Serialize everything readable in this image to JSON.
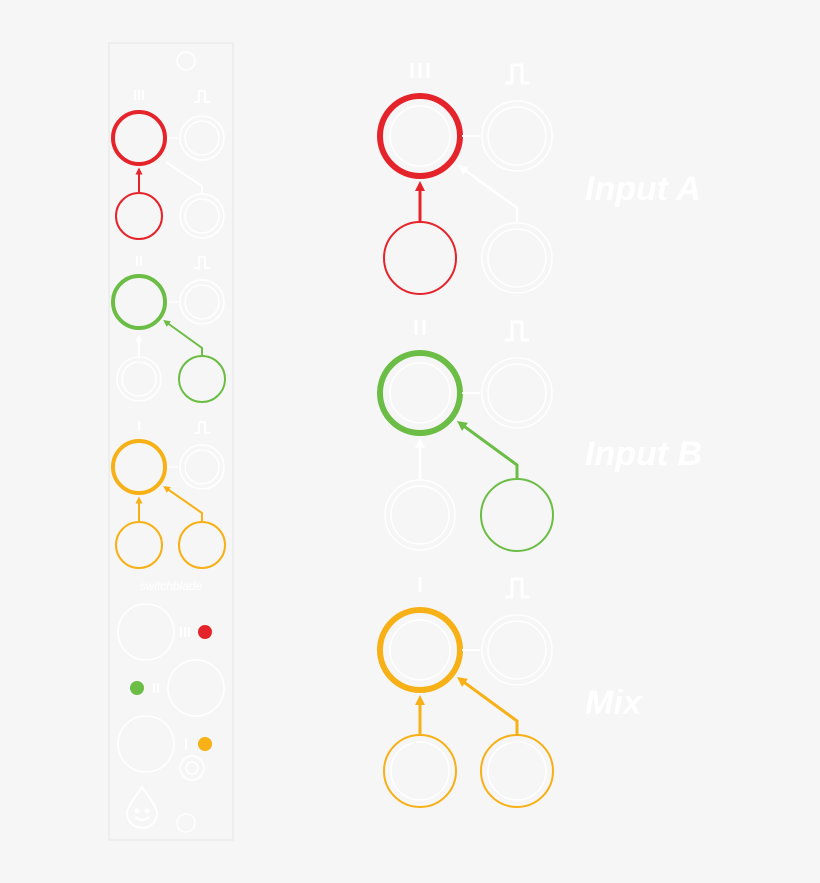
{
  "labels": {
    "input_a": "Input A",
    "input_b": "Input B",
    "mix": "Mix",
    "module_name": "switchblade"
  },
  "colors": {
    "background": "#f6f6f6",
    "input_a": "#e5232b",
    "input_b": "#6cbd45",
    "mix": "#f7b015",
    "outline": "#ffffff",
    "panel_border": "#ececec"
  },
  "icons": [
    "triple-bar-icon",
    "double-bar-icon",
    "single-bar-icon",
    "gate-pulse-icon",
    "drop-logo-icon",
    "screw-hole-icon"
  ],
  "sections": [
    {
      "key": "input_a",
      "bars": 3,
      "source": "bottom-left",
      "active_bottom_jacks": 1
    },
    {
      "key": "input_b",
      "bars": 2,
      "source": "bottom-right",
      "active_bottom_jacks": 1
    },
    {
      "key": "mix",
      "bars": 1,
      "source": "both",
      "active_bottom_jacks": 2
    }
  ],
  "panel_leds": [
    {
      "color": "#e5232b",
      "bars": 3
    },
    {
      "color": "#6cbd45",
      "bars": 2
    },
    {
      "color": "#f7b015",
      "bars": 1
    }
  ]
}
